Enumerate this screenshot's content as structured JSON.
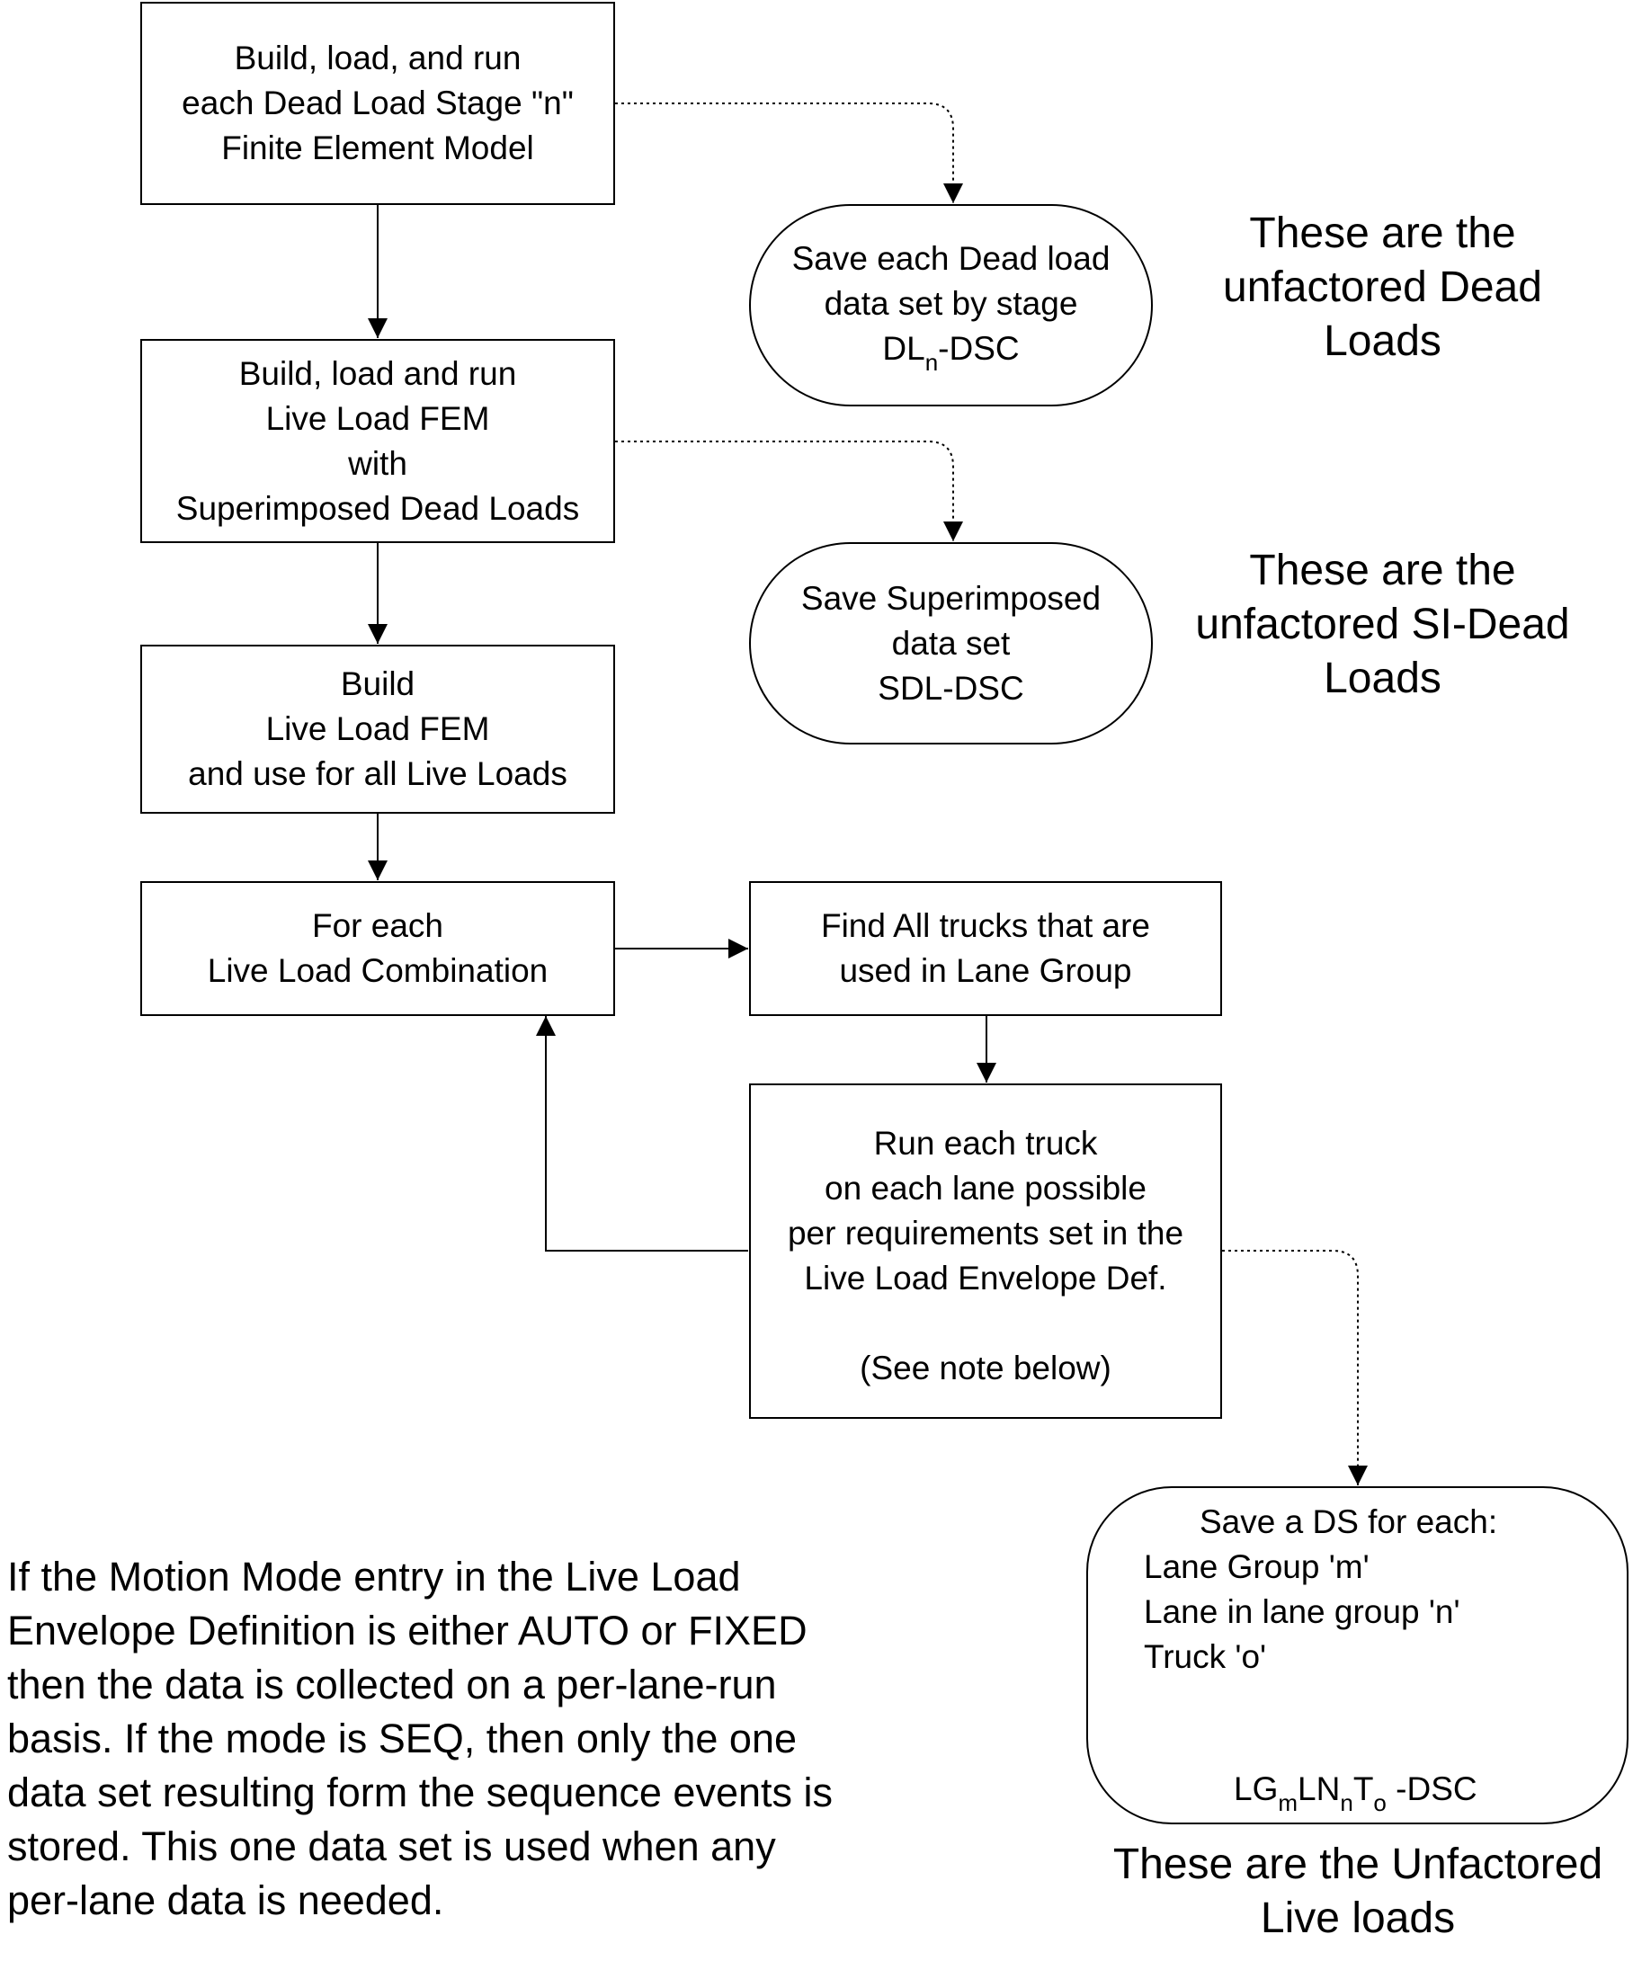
{
  "boxes": {
    "dead_load_stage": [
      "Build, load, and run",
      "each Dead Load Stage \"n\"",
      "Finite Element Model"
    ],
    "live_load_fem_sidl": [
      "Build, load and run",
      "Live Load FEM",
      "with",
      "Superimposed Dead Loads"
    ],
    "build_live_load_fem": [
      "Build",
      "Live Load FEM",
      "and use for all Live Loads"
    ],
    "for_each_combination": [
      "For each",
      "Live Load Combination"
    ],
    "find_trucks": [
      "Find All trucks that are",
      "used in Lane Group"
    ],
    "run_each_truck": [
      "Run each truck",
      "on each lane possible",
      "per requirements set in the",
      "Live Load Envelope Def.",
      "(See note below)"
    ]
  },
  "terminals": {
    "save_dead_load": {
      "lines": [
        "Save each Dead load",
        "data set by stage"
      ],
      "ds_prefix": "DL",
      "ds_sub": "n",
      "ds_suffix": "-DSC"
    },
    "save_superimposed": [
      "Save Superimposed",
      "data set",
      "SDL-DSC"
    ],
    "save_ds_each": {
      "header": "Save a DS for each:",
      "items": [
        "Lane Group 'm'",
        "Lane in lane group 'n'",
        "Truck 'o'"
      ],
      "code": {
        "p1": "LG",
        "s1": "m",
        "p2": "LN",
        "s2": "n",
        "p3": "T",
        "s3": "o",
        "suffix": " -DSC"
      }
    }
  },
  "annotations": {
    "dead_loads": [
      "These are the",
      "unfactored Dead",
      "Loads"
    ],
    "si_dead_loads": [
      "These are the",
      "unfactored SI-Dead",
      "Loads"
    ],
    "live_loads": [
      "These are the Unfactored",
      "Live loads"
    ]
  },
  "motion_note": [
    "If the Motion Mode entry in the  Live Load",
    "Envelope Definition is either AUTO or FIXED",
    "then the data is collected on a per-lane-run",
    "basis.  If the mode is SEQ, then only the one",
    "data set resulting form the sequence events is",
    "stored. This one data set is used when any",
    "per-lane data is needed."
  ]
}
